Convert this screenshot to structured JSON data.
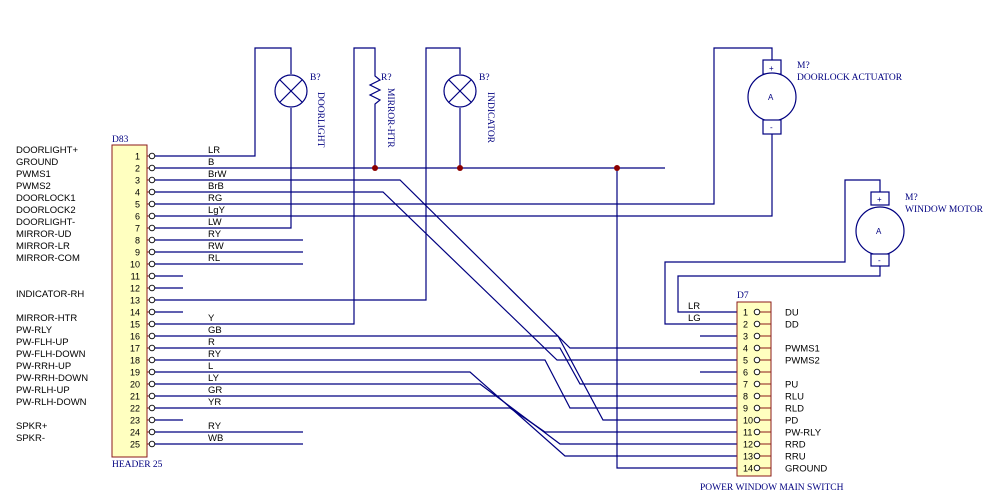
{
  "header": {
    "ref": "D83",
    "name": "HEADER 25",
    "pins": [
      {
        "num": "1",
        "label": "DOORLIGHT+",
        "wire": "LR"
      },
      {
        "num": "2",
        "label": "GROUND",
        "wire": "B"
      },
      {
        "num": "3",
        "label": "PWMS1",
        "wire": "BrW"
      },
      {
        "num": "4",
        "label": "PWMS2",
        "wire": "BrB"
      },
      {
        "num": "5",
        "label": "DOORLOCK1",
        "wire": "RG"
      },
      {
        "num": "6",
        "label": "DOORLOCK2",
        "wire": "LgY"
      },
      {
        "num": "7",
        "label": "DOORLIGHT-",
        "wire": "LW"
      },
      {
        "num": "8",
        "label": "MIRROR-UD",
        "wire": "RY"
      },
      {
        "num": "9",
        "label": "MIRROR-LR",
        "wire": "RW"
      },
      {
        "num": "10",
        "label": "MIRROR-COM",
        "wire": "RL"
      },
      {
        "num": "11",
        "label": "",
        "wire": ""
      },
      {
        "num": "12",
        "label": "",
        "wire": ""
      },
      {
        "num": "13",
        "label": "INDICATOR-RH",
        "wire": ""
      },
      {
        "num": "14",
        "label": "",
        "wire": ""
      },
      {
        "num": "15",
        "label": "MIRROR-HTR",
        "wire": "Y"
      },
      {
        "num": "16",
        "label": "PW-RLY",
        "wire": "GB"
      },
      {
        "num": "17",
        "label": "PW-FLH-UP",
        "wire": "R"
      },
      {
        "num": "18",
        "label": "PW-FLH-DOWN",
        "wire": "RY"
      },
      {
        "num": "19",
        "label": "PW-RRH-UP",
        "wire": "L"
      },
      {
        "num": "20",
        "label": "PW-RRH-DOWN",
        "wire": "LY"
      },
      {
        "num": "21",
        "label": "PW-RLH-UP",
        "wire": "GR"
      },
      {
        "num": "22",
        "label": "PW-RLH-DOWN",
        "wire": "YR"
      },
      {
        "num": "23",
        "label": "",
        "wire": ""
      },
      {
        "num": "24",
        "label": "SPKR+",
        "wire": "RY"
      },
      {
        "num": "25",
        "label": "SPKR-",
        "wire": "WB"
      }
    ]
  },
  "switch": {
    "ref": "D7",
    "name": "POWER WINDOW MAIN SWITCH",
    "pins": [
      {
        "num": "1",
        "label": "DU",
        "wire": "LR"
      },
      {
        "num": "2",
        "label": "DD",
        "wire": "LG"
      },
      {
        "num": "3",
        "label": "",
        "wire": ""
      },
      {
        "num": "4",
        "label": "PWMS1",
        "wire": ""
      },
      {
        "num": "5",
        "label": "PWMS2",
        "wire": ""
      },
      {
        "num": "6",
        "label": "",
        "wire": ""
      },
      {
        "num": "7",
        "label": "PU",
        "wire": ""
      },
      {
        "num": "8",
        "label": "RLU",
        "wire": ""
      },
      {
        "num": "9",
        "label": "RLD",
        "wire": ""
      },
      {
        "num": "10",
        "label": "PD",
        "wire": ""
      },
      {
        "num": "11",
        "label": "PW-RLY",
        "wire": ""
      },
      {
        "num": "12",
        "label": "RRD",
        "wire": ""
      },
      {
        "num": "13",
        "label": "RRU",
        "wire": ""
      },
      {
        "num": "14",
        "label": "GROUND",
        "wire": ""
      }
    ]
  },
  "components": {
    "doorlight": {
      "ref": "B?",
      "name": "DOORLIGHT"
    },
    "mirror_htr": {
      "ref": "R?",
      "name": "MIRROR-HTR"
    },
    "indicator": {
      "ref": "B?",
      "name": "INDICATOR"
    },
    "doorlock": {
      "ref": "M?",
      "name": "DOORLOCK ACTUATOR",
      "plus": "+",
      "minus": "-",
      "symbol": "A"
    },
    "window_motor": {
      "ref": "M?",
      "name": "WINDOW MOTOR",
      "plus": "+",
      "minus": "-",
      "symbol": "A"
    }
  },
  "colors": {
    "wire": "#000080",
    "body_fill": "#ffffc0",
    "body_stroke": "#8b1a1a",
    "junction": "#8b0000"
  }
}
